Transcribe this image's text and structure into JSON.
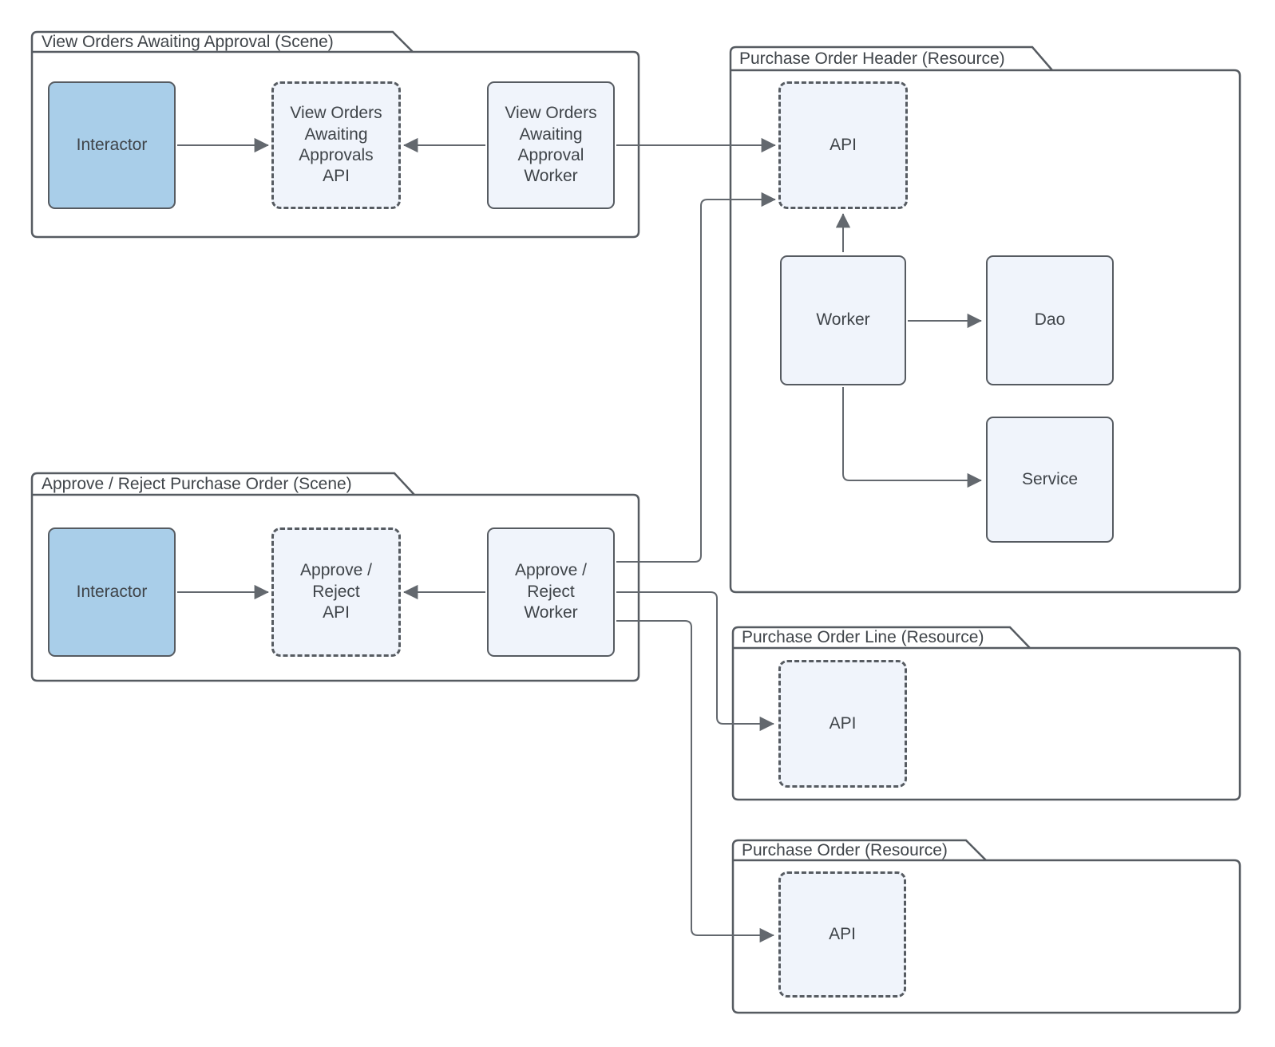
{
  "colors": {
    "stroke": "#565b61",
    "connector": "#63686e",
    "node_fill": "#f0f4fb",
    "interactor_fill": "#a9cee9",
    "text": "#3f4449",
    "background": "#ffffff"
  },
  "containers": {
    "view_orders_scene": {
      "label": "View Orders Awaiting Approval (Scene)"
    },
    "approve_reject_scene": {
      "label": "Approve / Reject Purchase Order (Scene)"
    },
    "po_header_resource": {
      "label": "Purchase Order Header (Resource)"
    },
    "po_line_resource": {
      "label": "Purchase Order Line (Resource)"
    },
    "po_resource": {
      "label": "Purchase Order (Resource)"
    }
  },
  "nodes": {
    "view_orders_interactor": {
      "label": "Interactor"
    },
    "view_orders_api": {
      "label": "View Orders\nAwaiting\nApprovals\nAPI"
    },
    "view_orders_worker": {
      "label": "View Orders\nAwaiting\nApproval\nWorker"
    },
    "approve_reject_interactor": {
      "label": "Interactor"
    },
    "approve_reject_api": {
      "label": "Approve /\nReject\nAPI"
    },
    "approve_reject_worker": {
      "label": "Approve /\nReject\nWorker"
    },
    "po_header_api": {
      "label": "API"
    },
    "po_header_worker": {
      "label": "Worker"
    },
    "po_header_dao": {
      "label": "Dao"
    },
    "po_header_service": {
      "label": "Service"
    },
    "po_line_api": {
      "label": "API"
    },
    "po_api": {
      "label": "API"
    }
  }
}
